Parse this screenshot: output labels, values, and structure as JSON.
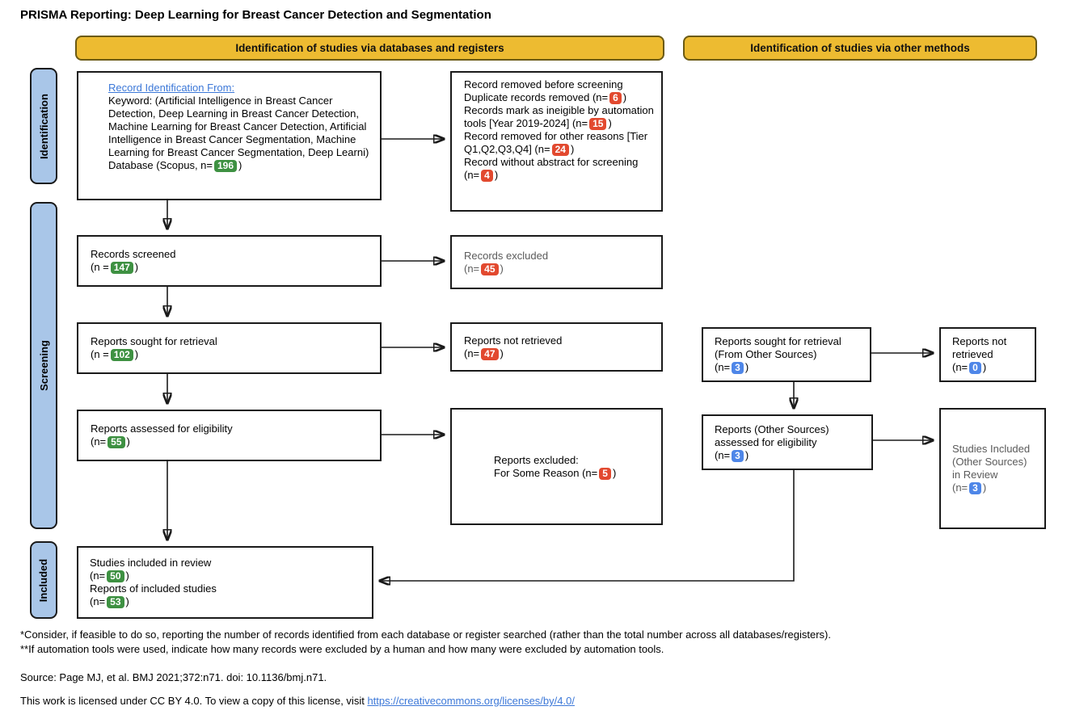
{
  "title": "PRISMA Reporting: Deep Learning for Breast Cancer Detection and Segmentation",
  "banners": {
    "databases": "Identification of studies via databases and registers",
    "other_methods": "Identification of studies via other methods"
  },
  "stages": {
    "identification": "Identification",
    "screening": "Screening",
    "included": "Included"
  },
  "colors": {
    "banner_fill": "#EDBB31",
    "stage_fill": "#A9C6E8",
    "badge_green": "#3E9142",
    "badge_red": "#E2492F",
    "badge_blue": "#4E86E8",
    "link_blue": "#3C78D8",
    "muted_text": "#5a5a5a"
  },
  "flow": {
    "record_id": {
      "heading_link": "Record Identification From:",
      "keywords": "Keyword: (Artificial Intelligence in Breast Cancer Detection, Deep Learning in Breast Cancer Detection, Machine Learning for Breast Cancer Detection, Artificial Intelligence in Breast Cancer Segmentation, Machine Learning for Breast Cancer Segmentation, Deep Learni)",
      "db_pre": "Database (Scopus, n=",
      "db_n": "196",
      "db_post": ")"
    },
    "removed_before_screening": {
      "l1": "Record removed before screening",
      "l2_pre": "Duplicate records removed (n=",
      "l2_n": "6",
      "l2_post": ")",
      "l3_pre": "Records mark as ineigible by automation tools [Year 2019-2024] (n=",
      "l3_n": "15",
      "l3_post": ")",
      "l4_pre": "Record removed for other reasons [Tier Q1,Q2,Q3,Q4] (n=",
      "l4_n": "24",
      "l4_post": ")",
      "l5_pre": "Record without abstract for screening (n=",
      "l5_n": "4",
      "l5_post": ")"
    },
    "records_screened": {
      "l1": "Records screened",
      "n_pre": "(n =",
      "n": "147",
      "n_post": ")"
    },
    "records_excluded": {
      "l1": "Records excluded",
      "n_pre": "(n=",
      "n": "45",
      "n_post": ")"
    },
    "reports_sought": {
      "l1": "Reports sought for retrieval",
      "n_pre": "(n =",
      "n": "102",
      "n_post": ")"
    },
    "reports_not_retrieved": {
      "l1": "Reports not retrieved",
      "n_pre": "(n=",
      "n": "47",
      "n_post": ")"
    },
    "reports_assessed": {
      "l1": "Reports assessed for eligibility",
      "n_pre": "(n=",
      "n": "55",
      "n_post": ")"
    },
    "reports_excluded": {
      "l1": "Reports excluded:",
      "l2_pre": "For Some Reason (n=",
      "l2_n": "5",
      "l2_post": ")"
    },
    "studies_included": {
      "l1": "Studies included in review",
      "n1_pre": "(n=",
      "n1": "50",
      "n1_post": ")",
      "l2": "Reports of included studies",
      "n2_pre": "(n=",
      "n2": "53",
      "n2_post": ")"
    },
    "other_sought": {
      "l1": "Reports sought for retrieval",
      "l2": "(From Other Sources)",
      "n_pre": "(n=",
      "n": "3",
      "n_post": ")"
    },
    "other_not_retrieved": {
      "l1": "Reports not retrieved",
      "n_pre": "(n=",
      "n": "0",
      "n_post": ")"
    },
    "other_assessed": {
      "l1": "Reports (Other Sources)",
      "l2": "assessed for eligibility",
      "n_pre": "(n=",
      "n": "3",
      "n_post": ")"
    },
    "other_included": {
      "l1": "Studies Included (Other Sources) in Review",
      "n_pre": "(n=",
      "n": "3",
      "n_post": ")"
    }
  },
  "footnotes": {
    "note1": "*Consider, if feasible to do so, reporting the number of records identified from each database or register searched (rather than the total number across all databases/registers).",
    "note2": "**If automation tools were used, indicate how many records were excluded by a human and how many were excluded by automation tools.",
    "source": "Source: Page MJ, et al. BMJ 2021;372:n71. doi: 10.1136/bmj.n71.",
    "license_pre": "This work is licensed under CC BY 4.0. To view a copy of this license, visit ",
    "license_link": "https://creativecommons.org/licenses/by/4.0/"
  }
}
